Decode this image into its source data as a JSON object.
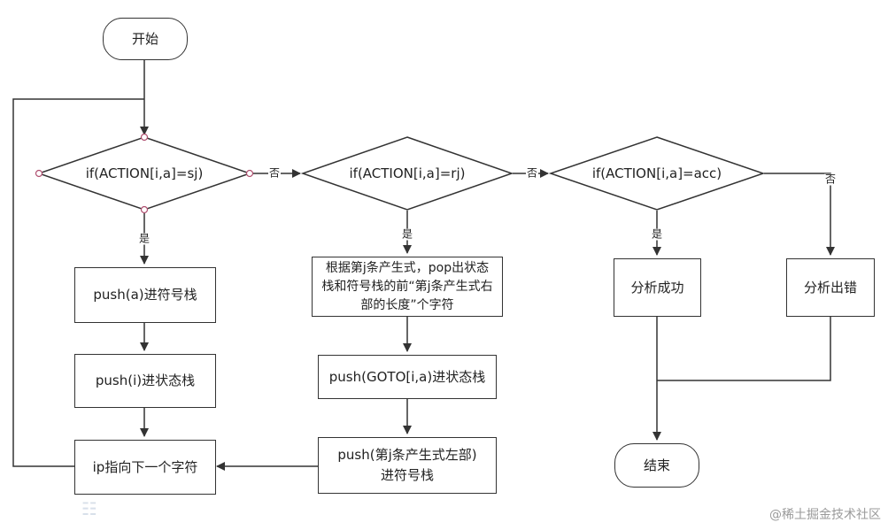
{
  "flowchart": {
    "start": "开始",
    "cond_shift": "if(ACTION[i,a]=sj)",
    "cond_reduce": "if(ACTION[i,a]=rj)",
    "cond_accept": "if(ACTION[i,a]=acc)",
    "push_symbol": "push(a)进符号栈",
    "push_state": "push(i)进状态栈",
    "advance_pointer": "ip指向下一个字符",
    "pop_text": "根据第j条产生式，pop出状态栈和符号栈的前“第j条产生式右部的长度”个字符",
    "push_goto": "push(GOTO[i,a)进状态栈",
    "push_lhs": "push(第j条产生式左部)进符号栈",
    "success": "分析成功",
    "error": "分析出错",
    "end": "结束"
  },
  "edge_labels": {
    "yes_shift": "是",
    "no_shift": "否",
    "yes_reduce": "是",
    "no_reduce": "否",
    "yes_accept": "是",
    "no_accept": "否"
  },
  "watermark": "@稀土掘金技术社区",
  "colors": {
    "stroke": "#333333",
    "connection_dot": "#b05070",
    "watermark": "#9a9a9a"
  }
}
